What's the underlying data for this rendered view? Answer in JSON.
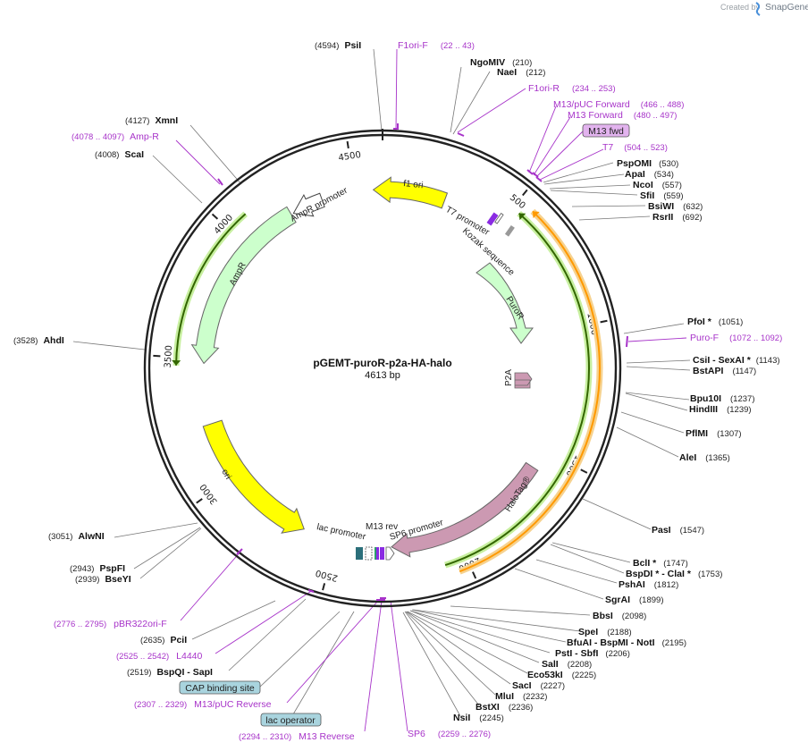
{
  "header": {
    "created_by": "Created by",
    "brand": "SnapGene"
  },
  "map": {
    "name": "pGEMT-puroR-p2a-HA-halo",
    "length_label": "4613 bp",
    "length": 4613,
    "ticks": [
      "500",
      "1000",
      "1500",
      "2000",
      "2500",
      "3000",
      "3500",
      "4000",
      "4500"
    ]
  },
  "colors": {
    "backbone": "#222222",
    "primer": "#a733c9",
    "yellow": "#ffff00",
    "light_green": "#ccffcc",
    "mauve": "#cc99b2",
    "orange": "#ff9900",
    "dark_green": "#336600",
    "badge": "#a9d4de"
  },
  "features": [
    {
      "name": "f1 ori",
      "color": "yellow"
    },
    {
      "name": "AmpR promoter",
      "color": "white"
    },
    {
      "name": "AmpR",
      "color": "light_green"
    },
    {
      "name": "ori",
      "color": "yellow"
    },
    {
      "name": "T7 promoter",
      "color": "white"
    },
    {
      "name": "Kozak sequence",
      "color": "gray"
    },
    {
      "name": "PuroR",
      "color": "light_green"
    },
    {
      "name": "P2A",
      "color": "mauve"
    },
    {
      "name": "HaloTag®",
      "color": "mauve"
    },
    {
      "name": "lac promoter",
      "color": "white"
    },
    {
      "name": "M13 rev",
      "color": "white"
    },
    {
      "name": "SP6 promoter",
      "color": "white"
    }
  ],
  "enzymes": [
    {
      "pos": "(4594)",
      "name": "PsiI"
    },
    {
      "pos": "(210)",
      "name": "NgoMIV"
    },
    {
      "pos": "(212)",
      "name": "NaeI"
    },
    {
      "pos": "(4127)",
      "name": "XmnI"
    },
    {
      "pos": "(4008)",
      "name": "ScaI"
    },
    {
      "pos": "(530)",
      "name": "PspOMI"
    },
    {
      "pos": "(534)",
      "name": "ApaI"
    },
    {
      "pos": "(557)",
      "name": "NcoI"
    },
    {
      "pos": "(559)",
      "name": "SfiI"
    },
    {
      "pos": "(632)",
      "name": "BsiWI"
    },
    {
      "pos": "(692)",
      "name": "RsrII"
    },
    {
      "pos": "(1051)",
      "name": "PfoI *"
    },
    {
      "pos": "(1143)",
      "name": "CsiI  - SexAI *"
    },
    {
      "pos": "(1147)",
      "name": "BstAPI"
    },
    {
      "pos": "(1237)",
      "name": "Bpu10I"
    },
    {
      "pos": "(1239)",
      "name": "HindIII"
    },
    {
      "pos": "(1307)",
      "name": "PflMI"
    },
    {
      "pos": "(1365)",
      "name": "AleI"
    },
    {
      "pos": "(3528)",
      "name": "AhdI"
    },
    {
      "pos": "(1547)",
      "name": "PasI"
    },
    {
      "pos": "(1747)",
      "name": "BclI *"
    },
    {
      "pos": "(1753)",
      "name": "BspDI * - ClaI *"
    },
    {
      "pos": "(1812)",
      "name": "PshAI"
    },
    {
      "pos": "(1899)",
      "name": "SgrAI"
    },
    {
      "pos": "(3051)",
      "name": "AlwNI"
    },
    {
      "pos": "(2943)",
      "name": "PspFI"
    },
    {
      "pos": "(2939)",
      "name": "BseYI"
    },
    {
      "pos": "(2098)",
      "name": "BbsI"
    },
    {
      "pos": "(2188)",
      "name": "SpeI"
    },
    {
      "pos": "(2195)",
      "name": "BfuAI  - BspMI  - NotI"
    },
    {
      "pos": "(2206)",
      "name": "PstI  - SbfI"
    },
    {
      "pos": "(2208)",
      "name": "SalI"
    },
    {
      "pos": "(2225)",
      "name": "Eco53kI"
    },
    {
      "pos": "(2227)",
      "name": "SacI"
    },
    {
      "pos": "(2232)",
      "name": "MluI"
    },
    {
      "pos": "(2236)",
      "name": "BstXI"
    },
    {
      "pos": "(2245)",
      "name": "NsiI"
    },
    {
      "pos": "(2635)",
      "name": "PciI"
    },
    {
      "pos": "(2519)",
      "name": "BspQI  - SapI"
    }
  ],
  "primers": [
    {
      "name": "F1ori-F",
      "range": "(22 .. 43)"
    },
    {
      "name": "F1ori-R",
      "range": "(234 .. 253)"
    },
    {
      "name": "M13/pUC Forward",
      "range": "(466 .. 488)"
    },
    {
      "name": "M13 Forward",
      "range": "(480 .. 497)"
    },
    {
      "name": "T7",
      "range": "(504 .. 523)"
    },
    {
      "name": "Amp-R",
      "range": "(4078 .. 4097)"
    },
    {
      "name": "Puro-F",
      "range": "(1072 .. 1092)"
    },
    {
      "name": "pBR322ori-F",
      "range": "(2776 .. 2795)"
    },
    {
      "name": "L4440",
      "range": "(2525 .. 2542)"
    },
    {
      "name": "M13/pUC Reverse",
      "range": "(2307 .. 2329)"
    },
    {
      "name": "M13 Reverse",
      "range": "(2294 .. 2310)"
    },
    {
      "name": "SP6",
      "range": "(2259 .. 2276)"
    }
  ],
  "badges": {
    "m13_fwd": "M13 fwd",
    "cap": "CAP binding site",
    "lac_operator": "lac operator"
  }
}
